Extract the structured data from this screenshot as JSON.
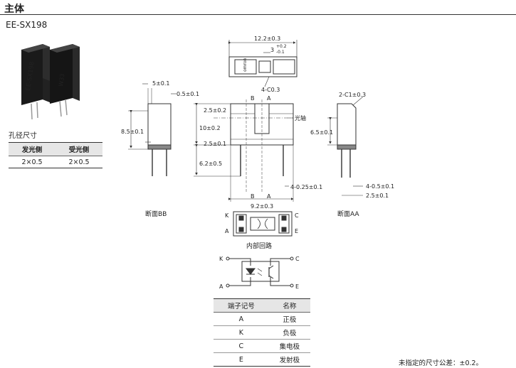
{
  "page": {
    "title": "主体",
    "model": "EE-SX198"
  },
  "hole_size": {
    "title": "孔径尺寸",
    "headers": [
      "发光侧",
      "受光侧"
    ],
    "row": [
      "2×0.5",
      "2×0.5"
    ]
  },
  "drawing": {
    "product_labels": [
      "EE-SX198",
      "W33"
    ],
    "dims": {
      "top_width": "12.2±0.3",
      "top_gap": "3",
      "tol_gap_plus": "+0.2",
      "tol_gap_minus": "-0.1",
      "chamfer": "4-C0.3",
      "width_5": "5±0.1",
      "gap_05": "0.5±0.1",
      "height_85": "8.5±0.1",
      "height_10": "10±0.2",
      "d_25a": "2.5±0.2",
      "d_25b": "2.5±0.1",
      "lead_62": "6.2±0.5",
      "lead_width": "4-0.25±0.1",
      "bottom_width": "9.2±0.3",
      "chamfer2": "2-C1±0.3",
      "height_65": "6.5±0.1",
      "pin_05": "4-0.5±0.1",
      "pin_25": "2.5±0.1"
    },
    "optical_axis": "光轴",
    "section_bb": "断面BB",
    "section_aa": "断面AA",
    "internal_circuit": "内部回路",
    "section_letters": {
      "a": "A",
      "b": "B"
    },
    "pins": {
      "k": "K",
      "a": "A",
      "c": "C",
      "e": "E"
    },
    "logo_text": "omron"
  },
  "terminal_table": {
    "headers": [
      "端子记号",
      "名称"
    ],
    "rows": [
      {
        "code": "A",
        "name": "正极"
      },
      {
        "code": "K",
        "name": "负极"
      },
      {
        "code": "C",
        "name": "集电极"
      },
      {
        "code": "E",
        "name": "发射极"
      }
    ]
  },
  "footnote": "未指定的尺寸公差：±0.2。"
}
